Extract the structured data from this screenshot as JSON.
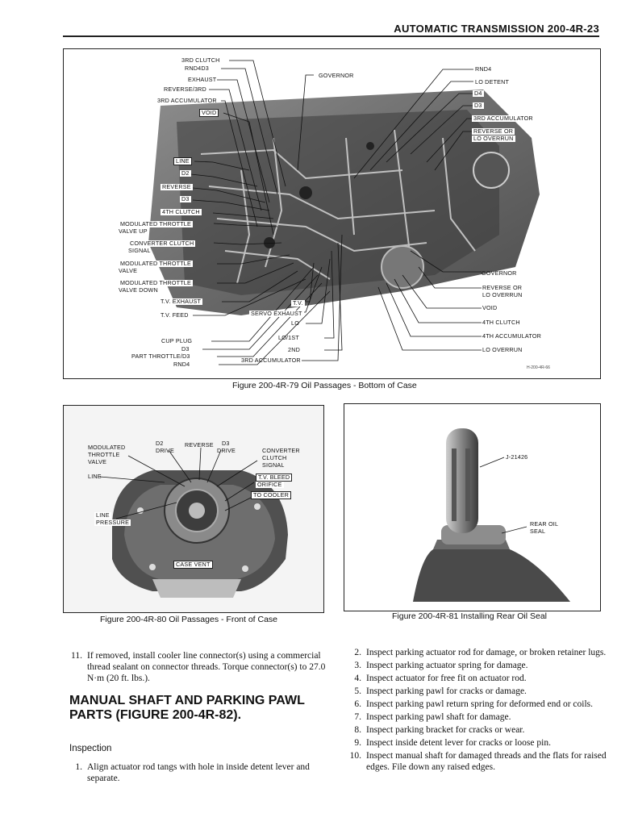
{
  "header": {
    "title": "AUTOMATIC TRANSMISSION  200-4R-23"
  },
  "fig79": {
    "caption": "Figure 200-4R-79 Oil Passages - Bottom of Case",
    "id": "H-200-4R-66",
    "labels_left": [
      "3RD CLUTCH",
      "RND4D3",
      "EXHAUST",
      "REVERSE/3RD",
      "3RD ACCUMULATOR",
      "VOID",
      "LINE",
      "D2",
      "REVERSE",
      "D3",
      "4TH CLUTCH",
      "MODULATED THROTTLE",
      "VALVE UP",
      "CONVERTER CLUTCH",
      "SIGNAL",
      "MODULATED THROTTLE",
      "VALVE",
      "MODULATED THROTTLE",
      "VALVE DOWN",
      "T.V. EXHAUST",
      "T.V. FEED"
    ],
    "labels_bottom": [
      "CUP PLUG",
      "D3",
      "PART THROTTLE/D3",
      "RND4",
      "3RD ACCUMULATOR",
      "2ND",
      "LO/1ST",
      "LO",
      "SERVO EXHAUST",
      "T.V."
    ],
    "label_governor_top": "GOVERNOR",
    "labels_right": [
      "RND4",
      "LO DETENT",
      "D4",
      "D3",
      "3RD ACCUMULATOR",
      "REVERSE OR",
      "LO OVERRUN",
      "GOVERNOR",
      "REVERSE OR",
      "LO OVERRUN",
      "VOID",
      "4TH CLUTCH",
      "4TH ACCUMULATOR",
      "LO OVERRUN"
    ]
  },
  "fig80": {
    "caption": "Figure 200-4R-80 Oil Passages - Front of Case",
    "labels": [
      "MODULATED",
      "THROTTLE",
      "VALVE",
      "D2",
      "DRIVE",
      "REVERSE",
      "D3",
      "DRIVE",
      "CONVERTER",
      "CLUTCH",
      "SIGNAL",
      "LINE",
      "T.V. BLEED",
      "ORIFICE",
      "TO COOLER",
      "LINE",
      "PRESSURE",
      "CASE VENT"
    ]
  },
  "fig81": {
    "caption": "Figure 200-4R-81 Installing Rear Oil Seal",
    "labels": [
      "J-21426",
      "REAR OIL",
      "SEAL"
    ]
  },
  "left_col": {
    "item11_num": "11.",
    "item11_text": "If removed, install cooler line connector(s) using a commercial thread sealant on connector threads. Torque connector(s) to 27.0 N·m (20 ft. lbs.).",
    "section_title": "MANUAL SHAFT AND PARKING PAWL PARTS (FIGURE 200-4R-82).",
    "subhead": "Inspection",
    "item1_num": "1.",
    "item1_text": "Align actuator rod tangs with hole in inside detent lever and separate."
  },
  "right_col": {
    "items": [
      {
        "num": "2.",
        "text": "Inspect parking actuator rod for damage, or broken retainer lugs."
      },
      {
        "num": "3.",
        "text": "Inspect parking actuator spring for damage."
      },
      {
        "num": "4.",
        "text": "Inspect actuator for free fit on actuator rod."
      },
      {
        "num": "5.",
        "text": "Inspect parking pawl for cracks or damage."
      },
      {
        "num": "6.",
        "text": "Inspect parking pawl return spring for deformed end or coils."
      },
      {
        "num": "7.",
        "text": "Inspect parking pawl shaft for damage."
      },
      {
        "num": "8.",
        "text": "Inspect parking bracket for cracks or wear."
      },
      {
        "num": "9.",
        "text": "Inspect inside detent lever for cracks or loose pin."
      },
      {
        "num": "10.",
        "text": "Inspect manual shaft for damaged threads and the flats for raised edges. File down any raised edges."
      }
    ]
  }
}
